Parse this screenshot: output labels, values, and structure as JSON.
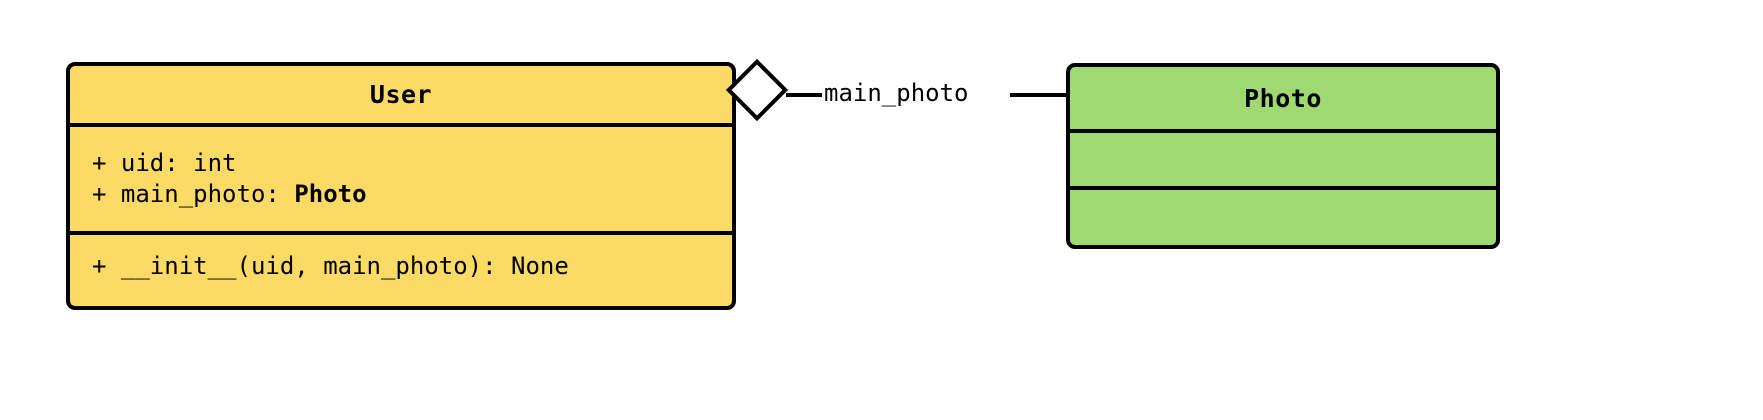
{
  "diagram": {
    "type": "uml-class-diagram",
    "background_color": "#ffffff",
    "classes": [
      {
        "id": "user",
        "name": "User",
        "fill_color": "#FBDA65",
        "border_color": "#000000",
        "attributes": [
          {
            "text": "+ uid: int",
            "visibility": "+",
            "name": "uid",
            "type": "int"
          },
          {
            "text_prefix": "+ main_photo: ",
            "type_bold": "Photo",
            "visibility": "+",
            "name": "main_photo",
            "type": "Photo"
          }
        ],
        "methods": [
          {
            "text": "+ __init__(uid, main_photo): None",
            "visibility": "+",
            "name": "__init__",
            "params": "uid, main_photo",
            "returns": "None"
          }
        ]
      },
      {
        "id": "photo",
        "name": "Photo",
        "fill_color": "#9FD971",
        "border_color": "#000000",
        "attributes": [],
        "methods": []
      }
    ],
    "relationships": [
      {
        "id": "user-main-photo",
        "kind": "aggregation",
        "source": "User",
        "target": "Photo",
        "label": "main_photo",
        "diamond": "hollow"
      }
    ]
  }
}
